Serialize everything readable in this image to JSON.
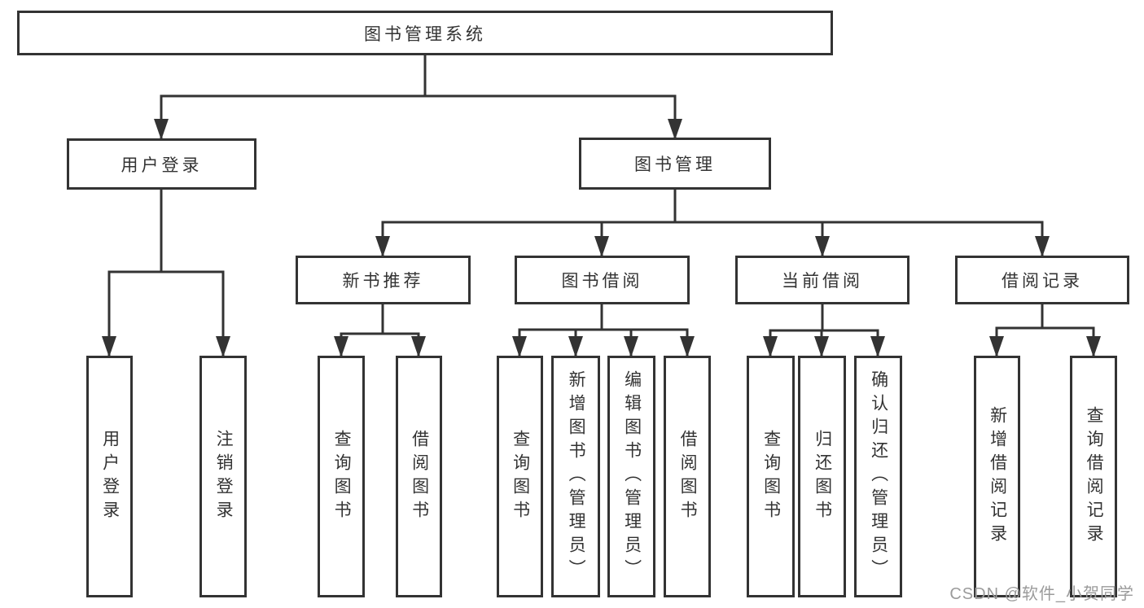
{
  "diagram": {
    "root": {
      "label": "图书管理系统"
    },
    "branches": [
      {
        "label": "用户登录",
        "children": [
          {
            "label": "用户登录"
          },
          {
            "label": "注销登录"
          }
        ]
      },
      {
        "label": "图书管理",
        "children": [
          {
            "label": "新书推荐",
            "children": [
              {
                "label": "查询图书"
              },
              {
                "label": "借阅图书"
              }
            ]
          },
          {
            "label": "图书借阅",
            "children": [
              {
                "label": "查询图书"
              },
              {
                "label": "新增图书（管理员）"
              },
              {
                "label": "编辑图书（管理员）"
              },
              {
                "label": "借阅图书"
              }
            ]
          },
          {
            "label": "当前借阅",
            "children": [
              {
                "label": "查询图书"
              },
              {
                "label": "归还图书"
              },
              {
                "label": "确认归还（管理员）"
              }
            ]
          },
          {
            "label": "借阅记录",
            "children": [
              {
                "label": "新增借阅记录"
              },
              {
                "label": "查询借阅记录"
              }
            ]
          }
        ]
      }
    ]
  },
  "watermark": {
    "text": "CSDN @软件_小贺同学"
  },
  "colors": {
    "line": "#333333",
    "text": "#333333",
    "watermark": "#9b9b9b",
    "background": "#ffffff"
  }
}
